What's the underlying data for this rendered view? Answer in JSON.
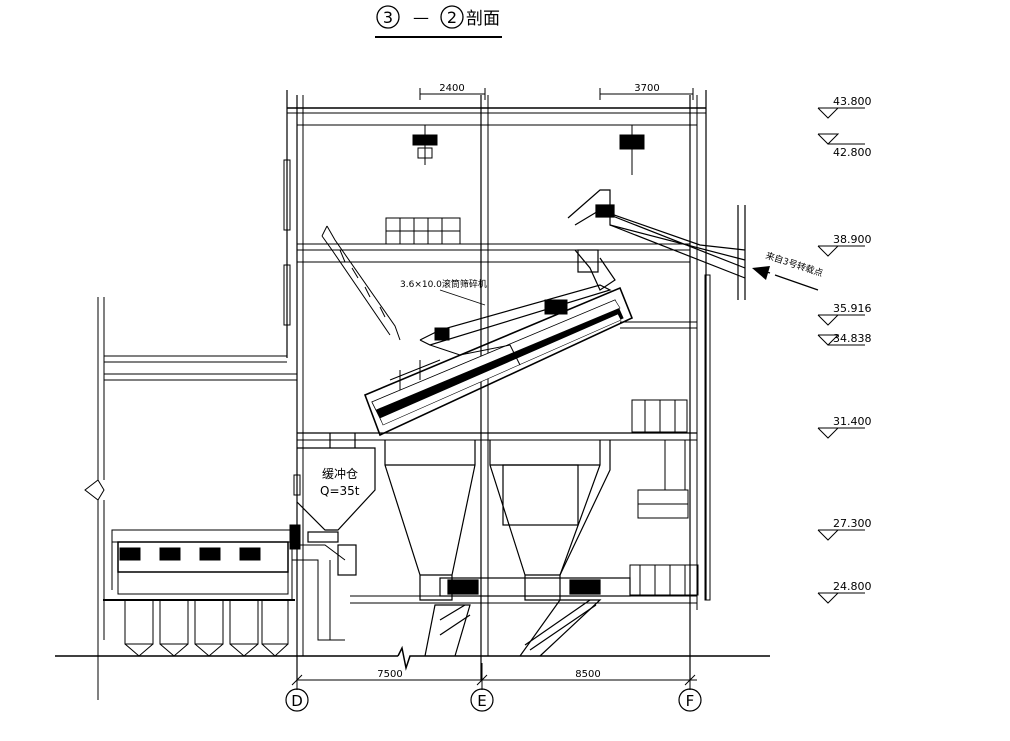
{
  "drawing": {
    "title_left_mark": "3",
    "title_dash": "—",
    "title_right_mark": "2",
    "title_text": "剖面"
  },
  "dimensions": {
    "top_left": "2400",
    "top_right": "3700",
    "bottom_left": "7500",
    "bottom_right": "8500"
  },
  "axes": {
    "d": "D",
    "e": "E",
    "f": "F"
  },
  "elevations": [
    "43.800",
    "42.800",
    "38.900",
    "35.916",
    "34.838",
    "31.400",
    "27.300",
    "24.800"
  ],
  "labels": {
    "crusher": "3.6×10.0滚筒筛碎机",
    "bin_name": "缓冲仓",
    "bin_capacity": "Q=35t",
    "conveyor_from": "来自3号转载点"
  }
}
